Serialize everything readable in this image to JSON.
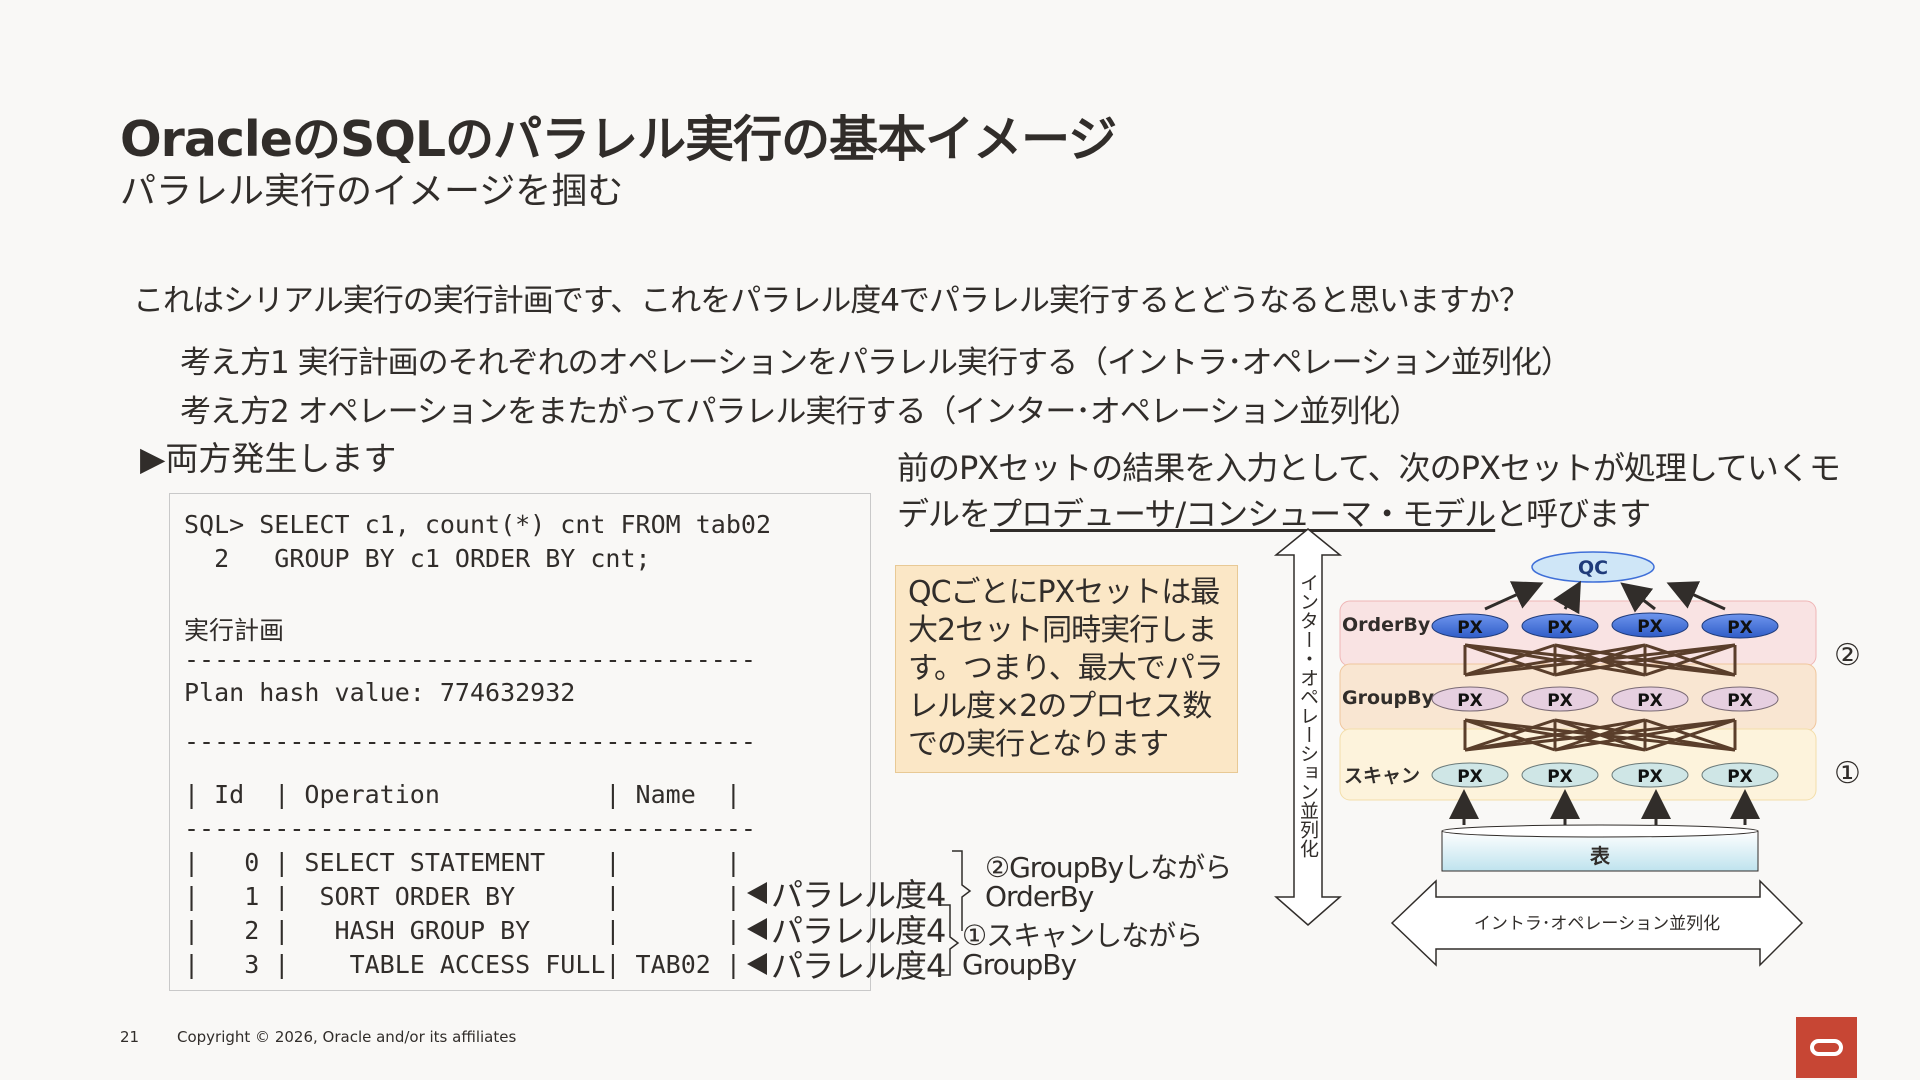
{
  "slide": {
    "title": "OracleのSQLのパラレル実行の基本イメージ",
    "subtitle": "パラレル実行のイメージを掴む",
    "intro": "これはシリアル実行の実行計画です、これをパラレル度4でパラレル実行するとどうなると思いますか？",
    "idea1": "考え方1 実行計画のそれぞれのオペレーションをパラレル実行する（イントラ･オペレーション並列化）",
    "idea2": "考え方2 オペレーションをまたがってパラレル実行する（インター･オペレーション並列化）",
    "both": "▶両方発生します",
    "desc_line1": "前のPXセットの結果を入力として、次のPXセットが処理していくモ",
    "desc_line2_pre": "デルを",
    "desc_line2_link": "プロデューサ/コンシューマ・モデル",
    "desc_line2_post": "と呼びます"
  },
  "plan": {
    "lines": [
      "SQL> SELECT c1, count(*) cnt FROM tab02",
      "  2   GROUP BY c1 ORDER BY cnt;",
      "実行計画",
      "--------------------------------------",
      "Plan hash value: 774632932",
      "--------------------------------------",
      "| Id  | Operation           | Name  |",
      "--------------------------------------",
      "|   0 | SELECT STATEMENT    |       |",
      "|   1 |  SORT ORDER BY      |       |",
      "|   2 |   HASH GROUP BY     |       |",
      "|   3 |    TABLE ACCESS FULL| TAB02 |"
    ],
    "parallel_label": "パラレル度4"
  },
  "note": {
    "text": "QCごとにPXセットは最大2セット同時実行します。つまり、最大でパラレル度×2のプロセス数での実行となります"
  },
  "annotations": {
    "groupby_orderby_1": "②GroupByしながら",
    "groupby_orderby_2": "OrderBy",
    "scan_groupby_1": "①スキャンしながら",
    "scan_groupby_2": "GroupBy"
  },
  "diagram": {
    "inter_label": "インター・オペレーション並列化",
    "intra_label": "イントラ･オペレーション並列化",
    "qc": "QC",
    "px": "PX",
    "table": "表",
    "rows": [
      "OrderBy",
      "GroupBy",
      "スキャン"
    ],
    "markers": [
      "②",
      "①"
    ],
    "colors": {
      "orderby_band": "#f9e3e3",
      "groupby_band": "#f9e6d2",
      "scan_band": "#fdf3dc",
      "px_blue": "#3f6fd8",
      "px_pink": "#e6cfe0",
      "px_teal": "#cfe6e6",
      "qc_blue": "#cfe6f7",
      "note_bg": "#fbe7c6",
      "logo_red": "#c74634"
    }
  },
  "footer": {
    "page": "21",
    "copyright": "Copyright © 2026, Oracle and/or its affiliates"
  }
}
